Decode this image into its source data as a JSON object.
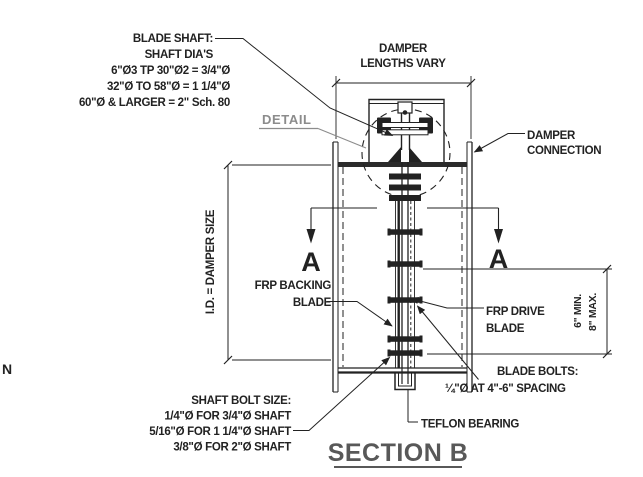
{
  "drawing": {
    "title": "SECTION B",
    "labels": {
      "blade_shaft": [
        "BLADE SHAFT:",
        "SHAFT DIA'S",
        "6\"Ø3 TP 30\"Ø2 = 3/4\"Ø",
        "32\"Ø TO 58\"Ø = 1 1/4\"Ø",
        "60\"Ø & LARGER = 2\" Sch. 80"
      ],
      "damper_lengths": [
        "DAMPER",
        "LENGTHS VARY"
      ],
      "detail": "DETAIL",
      "damper_connection": [
        "DAMPER",
        "CONNECTION"
      ],
      "id_dim": "I.D. = DAMPER SIZE",
      "section_marker_left": "A",
      "section_marker_right": "A",
      "frp_backing": [
        "FRP BACKING",
        "BLADE"
      ],
      "frp_drive": [
        "FRP DRIVE",
        "BLADE"
      ],
      "min_dim": "6\" MIN.",
      "max_dim": "8\" MAX.",
      "blade_bolts": [
        "BLADE BOLTS:",
        "¼\"Ø AT 4\"-6\" SPACING"
      ],
      "shaft_bolt": [
        "SHAFT BOLT SIZE:",
        "1/4\"Ø FOR 3/4\"Ø SHAFT",
        "5/16\"Ø FOR 1 1/4\"Ø SHAFT",
        "3/8\"Ø FOR 2\"Ø SHAFT"
      ],
      "teflon": "TEFLON BEARING",
      "edge_fragment": "N"
    },
    "colors": {
      "ink": "#222222",
      "muted": "#8c8c8c",
      "title_gray": "#585858",
      "background": "#ffffff"
    }
  }
}
